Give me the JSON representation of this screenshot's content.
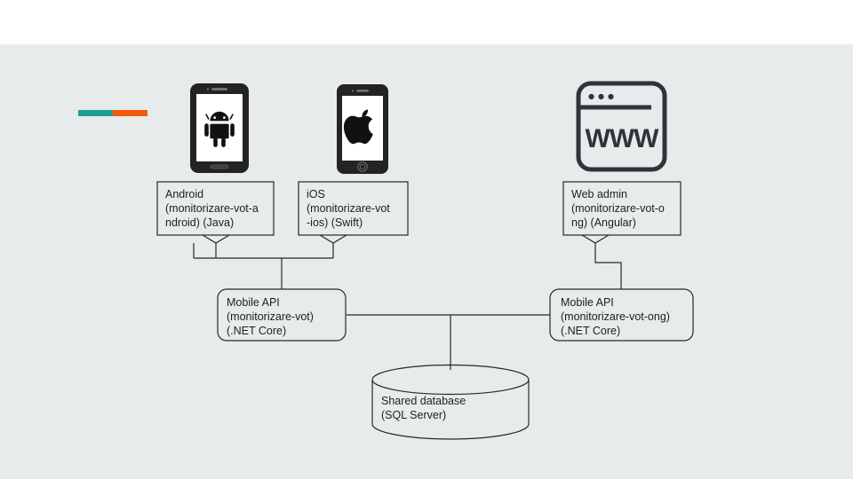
{
  "slide": {
    "background_color": "#e8ebec",
    "band_color": "#ffffff",
    "accent_rule": {
      "left_color": "#1b9e96",
      "right_color": "#ef5b09",
      "name": "accent-rule"
    }
  },
  "nodes": {
    "android": {
      "icon": "android-phone-icon",
      "label": "Android\n(monitorizare-vot-a\nndroid) (Java)"
    },
    "ios": {
      "icon": "ios-phone-icon",
      "label": "iOS\n(monitorizare-vot\n-ios) (Swift)"
    },
    "web_admin": {
      "icon": "web-browser-icon",
      "icon_text": "WWW",
      "label": "Web admin\n(monitorizare-vot-o\nng) (Angular)"
    },
    "mobile_api": {
      "label": "Mobile API\n(monitorizare-vot)\n(.NET Core)"
    },
    "ong_api": {
      "label": "Mobile API\n(monitorizare-vot-ong)\n(.NET Core)"
    },
    "database": {
      "icon": "database-cylinder-icon",
      "label": "Shared database\n(SQL Server)"
    }
  },
  "style": {
    "stroke_color": "#23292b",
    "text_color": "#1d1d1d",
    "device_dark": "#232323"
  }
}
